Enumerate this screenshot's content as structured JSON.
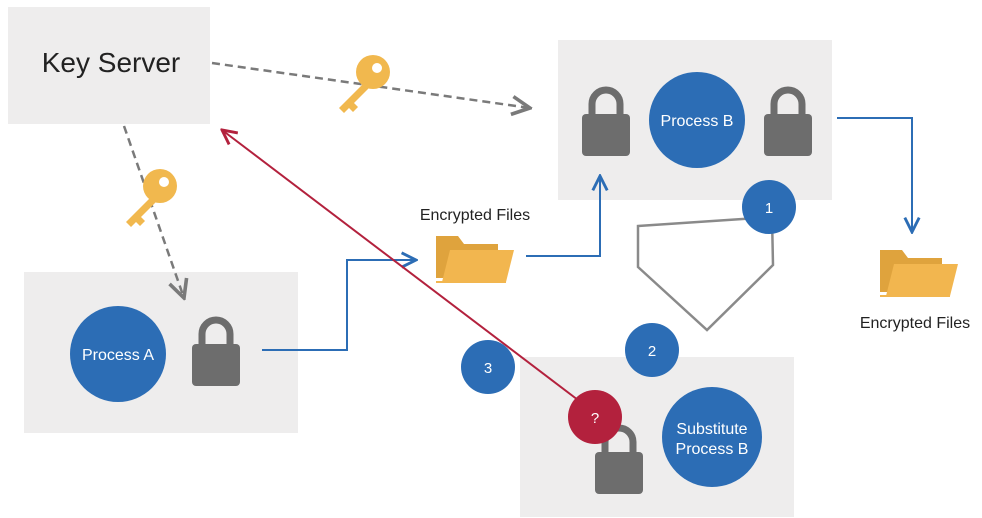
{
  "key_server": {
    "label": "Key Server"
  },
  "process_a": {
    "label": "Process A"
  },
  "process_b": {
    "label": "Process B"
  },
  "substitute": {
    "line1": "Substitute",
    "line2": "Process B"
  },
  "files": {
    "label_middle": "Encrypted Files",
    "label_right": "Encrypted Files"
  },
  "steps": {
    "one": "1",
    "two": "2",
    "three": "3"
  },
  "unknown_badge": "?",
  "colors": {
    "box": "#eeeded",
    "process": "#2c6db5",
    "lock": "#6d6d6d",
    "key": "#f1b84e",
    "folder": "#f2b64f",
    "flow_arrow": "#2c6db5",
    "dashed_arrow": "#7a7a7a",
    "attack_arrow": "#b3213d",
    "shield_outline": "#8a8a8a"
  },
  "icons": [
    "key-icon",
    "lock-icon",
    "folder-icon",
    "question-icon"
  ]
}
